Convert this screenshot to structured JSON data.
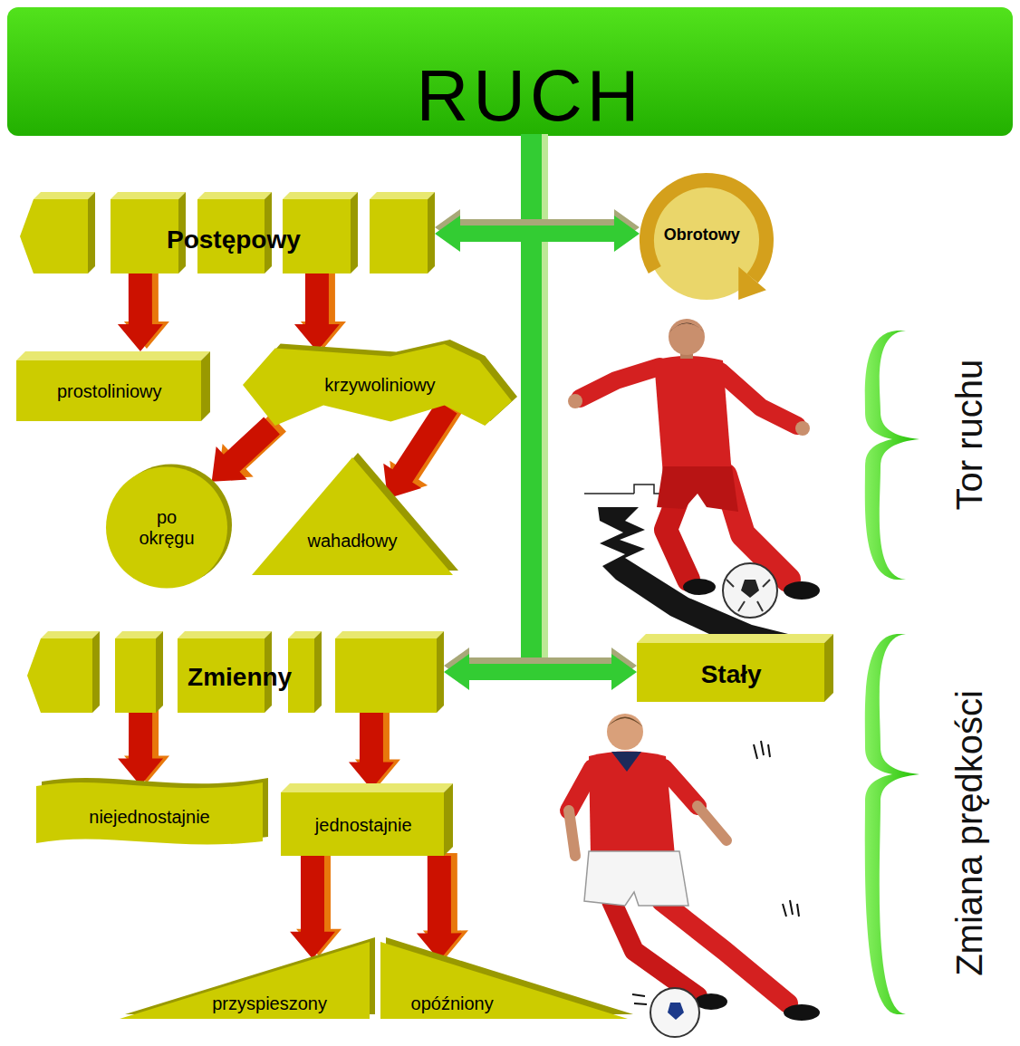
{
  "diagram": {
    "title": "RUCH",
    "nodes": [
      {
        "text": [
          "Postępowy"
        ]
      },
      {
        "text": [
          "Obrotowy"
        ]
      },
      {
        "text": [
          "prostoliniowy"
        ]
      },
      {
        "text": [
          "krzywoliniowy"
        ]
      },
      {
        "text": [
          "po okręgu"
        ]
      },
      {
        "text": [
          "wahadłowy"
        ]
      },
      {
        "text": [
          "Zmienny"
        ]
      },
      {
        "text": [
          "Stały"
        ]
      },
      {
        "text": [
          "niejednostajnie"
        ]
      },
      {
        "text": [
          "jednostajnie"
        ]
      },
      {
        "text": [
          "przyspieszony"
        ]
      },
      {
        "text": [
          "opóźniony"
        ]
      }
    ],
    "edges": [
      {
        "from": 0,
        "to": 1,
        "arrow": "both"
      },
      {
        "from": 0,
        "to": 2,
        "arrow": "to"
      },
      {
        "from": 0,
        "to": 3,
        "arrow": "to"
      },
      {
        "from": 3,
        "to": 4,
        "arrow": "to"
      },
      {
        "from": 3,
        "to": 5,
        "arrow": "to"
      },
      {
        "from": 6,
        "to": 7,
        "arrow": "both"
      },
      {
        "from": 6,
        "to": 8,
        "arrow": "to"
      },
      {
        "from": 6,
        "to": 9,
        "arrow": "to"
      },
      {
        "from": 9,
        "to": 10,
        "arrow": "to"
      },
      {
        "from": 9,
        "to": 11,
        "arrow": "to"
      }
    ],
    "labels": [
      "Tor ruchu",
      "Zmiana prędkości"
    ]
  }
}
